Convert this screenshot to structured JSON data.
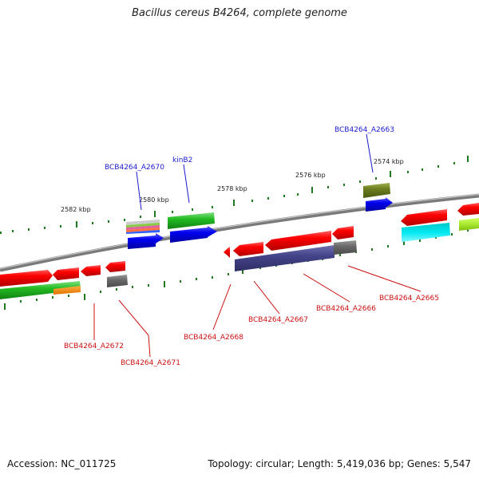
{
  "title": "Bacillus cereus B4264, complete genome",
  "footer": {
    "accession": "Accession: NC_011725",
    "summary": "Topology: circular; Length: 5,419,036 bp; Genes: 5,547"
  },
  "scale_labels": [
    "2582 kbp",
    "2580 kbp",
    "2578 kbp",
    "2576 kbp",
    "2574 kbp"
  ],
  "gene_labels": {
    "a2663": "BCB4264_A2663",
    "a2670": "BCB4264_A2670",
    "kinb2": "kinB2",
    "a2665": "BCB4264_A2665",
    "a2666": "BCB4264_A2666",
    "a2667": "BCB4264_A2667",
    "a2668": "BCB4264_A2668",
    "a2671": "BCB4264_A2671",
    "a2672": "BCB4264_A2672"
  },
  "colors": {
    "backbone": "#8a8a8a",
    "label_forward": "#1a1ad0",
    "label_reverse": "#cc1010",
    "tick": "#1f7a1f"
  }
}
